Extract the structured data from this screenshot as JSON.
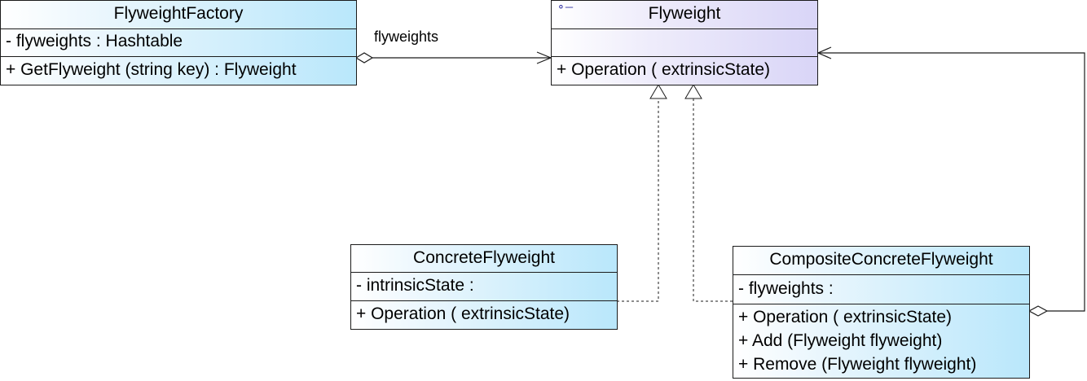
{
  "factory": {
    "name": "FlyweightFactory",
    "attributes": [
      "-  flyweights  : Hashtable"
    ],
    "operations": [
      "+  GetFlyweight (string key)  : Flyweight"
    ]
  },
  "flyweight": {
    "name": "Flyweight",
    "stereotype_icon": "interface-lollipop-icon",
    "attributes": [],
    "operations": [
      "+  Operation ( extrinsicState)"
    ]
  },
  "concrete": {
    "name": "ConcreteFlyweight",
    "attributes": [
      "-  intrinsicState  :"
    ],
    "operations": [
      "+  Operation ( extrinsicState)"
    ]
  },
  "composite": {
    "name": "CompositeConcreteFlyweight",
    "attributes": [
      "-  flyweights  :"
    ],
    "operations": [
      "+  Operation ( extrinsicState)",
      "+  Add (Flyweight flyweight)",
      "+  Remove (Flyweight flyweight)"
    ]
  },
  "association": {
    "label": "flyweights"
  },
  "colors": {
    "class_fill": "#b9e7fb",
    "interface_fill": "#d9d5f7",
    "line": "#1b1b1b"
  }
}
